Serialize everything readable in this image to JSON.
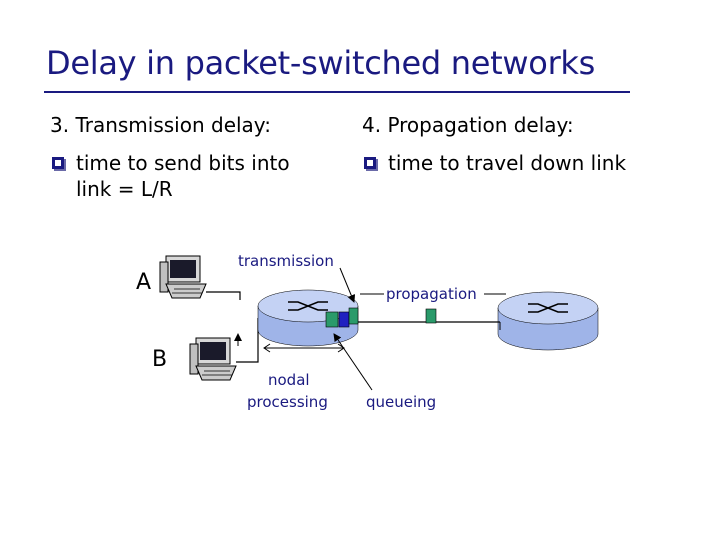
{
  "slide": {
    "title": "Delay in packet-switched networks"
  },
  "left_column": {
    "heading": "3. Transmission delay:",
    "bullet_line1": "time to send bits into",
    "bullet_line2": "link = L/R"
  },
  "right_column": {
    "heading": "4. Propagation delay:",
    "bullet": "time to travel down link"
  },
  "diagram": {
    "host_a_label": "A",
    "host_b_label": "B",
    "transmission_label": "transmission",
    "propagation_label": "propagation",
    "nodal_label_line1": "nodal",
    "nodal_label_line2": "processing",
    "queueing_label": "queueing",
    "colors": {
      "title": "#1a1a80",
      "router": "#b8c8f0",
      "packet_green": "#2a9a6a",
      "packet_blue": "#2020c0",
      "label_blue": "#1a1a80"
    }
  }
}
